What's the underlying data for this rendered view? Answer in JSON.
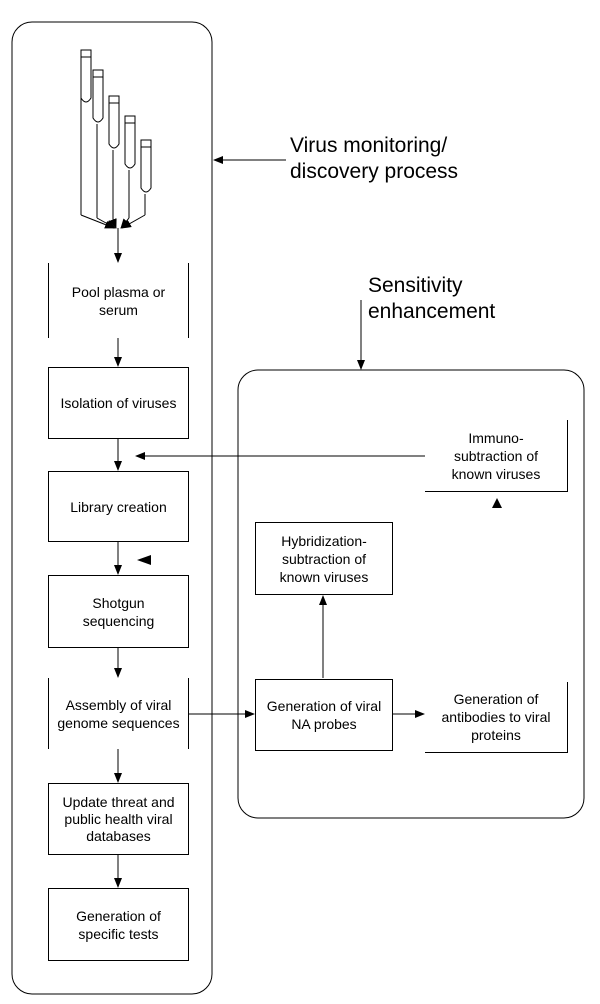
{
  "headings": {
    "monitoring": [
      "Virus monitoring/",
      "discovery process"
    ],
    "sensitivity": [
      "Sensitivity",
      "enhancement"
    ]
  },
  "steps": {
    "pool": "Pool plasma or serum",
    "isolation": "Isolation of viruses",
    "library": "Library creation",
    "shotgun": "Shotgun sequencing",
    "assembly": "Assembly of viral genome sequences",
    "update": "Update threat and public health viral databases",
    "tests": "Generation of specific tests"
  },
  "enhancement": {
    "immuno": "Immuno-subtraction of known viruses",
    "hybrid": "Hybridization-subtraction of known viruses",
    "probes": "Generation of viral NA probes",
    "antibodies": "Generation of antibodies to viral proteins"
  },
  "colors": {
    "line": "#000000",
    "background": "#ffffff"
  },
  "icons": [
    "sample-tube-icon"
  ]
}
